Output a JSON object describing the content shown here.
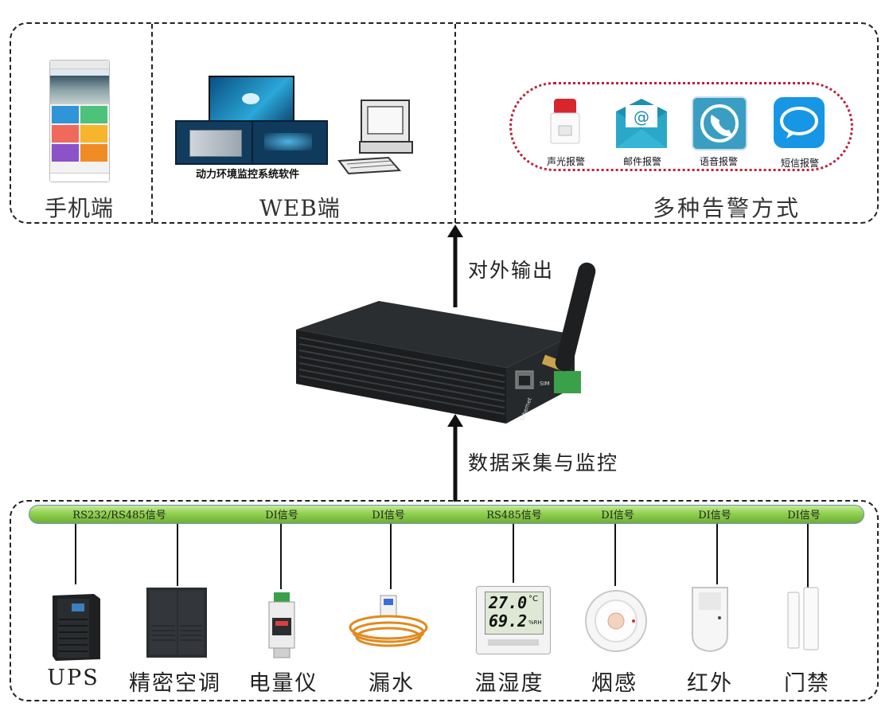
{
  "top_panel": {
    "mobile_label": "手机端",
    "web_label": "WEB端",
    "web_software_caption": "动力环境监控系统软件",
    "alarm_label": "多种告警方式",
    "alarms": [
      {
        "label": "声光报警",
        "icon": "siren-icon"
      },
      {
        "label": "邮件报警",
        "icon": "email-icon"
      },
      {
        "label": "语音报警",
        "icon": "phone-icon"
      },
      {
        "label": "短信报警",
        "icon": "sms-icon"
      }
    ]
  },
  "arrows": {
    "output_label": "对外输出",
    "collect_label": "数据采集与监控"
  },
  "device_box": {
    "port_labels": [
      "SIM",
      "Ethernet"
    ]
  },
  "bottom_panel": {
    "signals": [
      "RS232/RS485信号",
      "DI信号",
      "DI信号",
      "RS485信号",
      "DI信号",
      "DI信号",
      "DI信号"
    ],
    "devices": [
      "UPS",
      "精密空调",
      "电量仪",
      "漏水",
      "温湿度",
      "烟感",
      "红外",
      "门禁"
    ],
    "thermo_readings": {
      "temp": "27.0",
      "temp_unit": "°C",
      "rh": "69.2",
      "rh_unit": "%RH"
    }
  },
  "colors": {
    "bus_green": "#8fd14f",
    "alarm_border": "#c0203a",
    "device_black": "#1e2022"
  }
}
